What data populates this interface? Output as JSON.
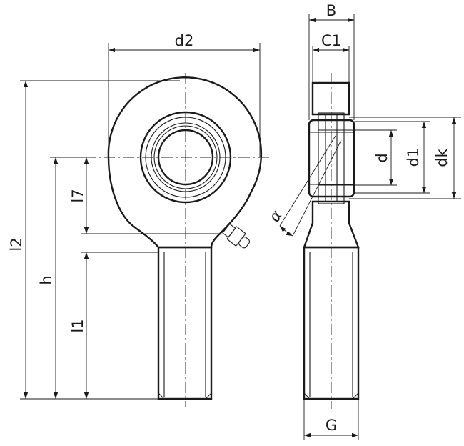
{
  "labels": {
    "d2": "d2",
    "l2": "l2",
    "h": "h",
    "l7": "l7",
    "l1": "l1",
    "B": "B",
    "C1": "C1",
    "d": "d",
    "d1": "d1",
    "dk": "dk",
    "alpha": "α",
    "G": "G"
  }
}
